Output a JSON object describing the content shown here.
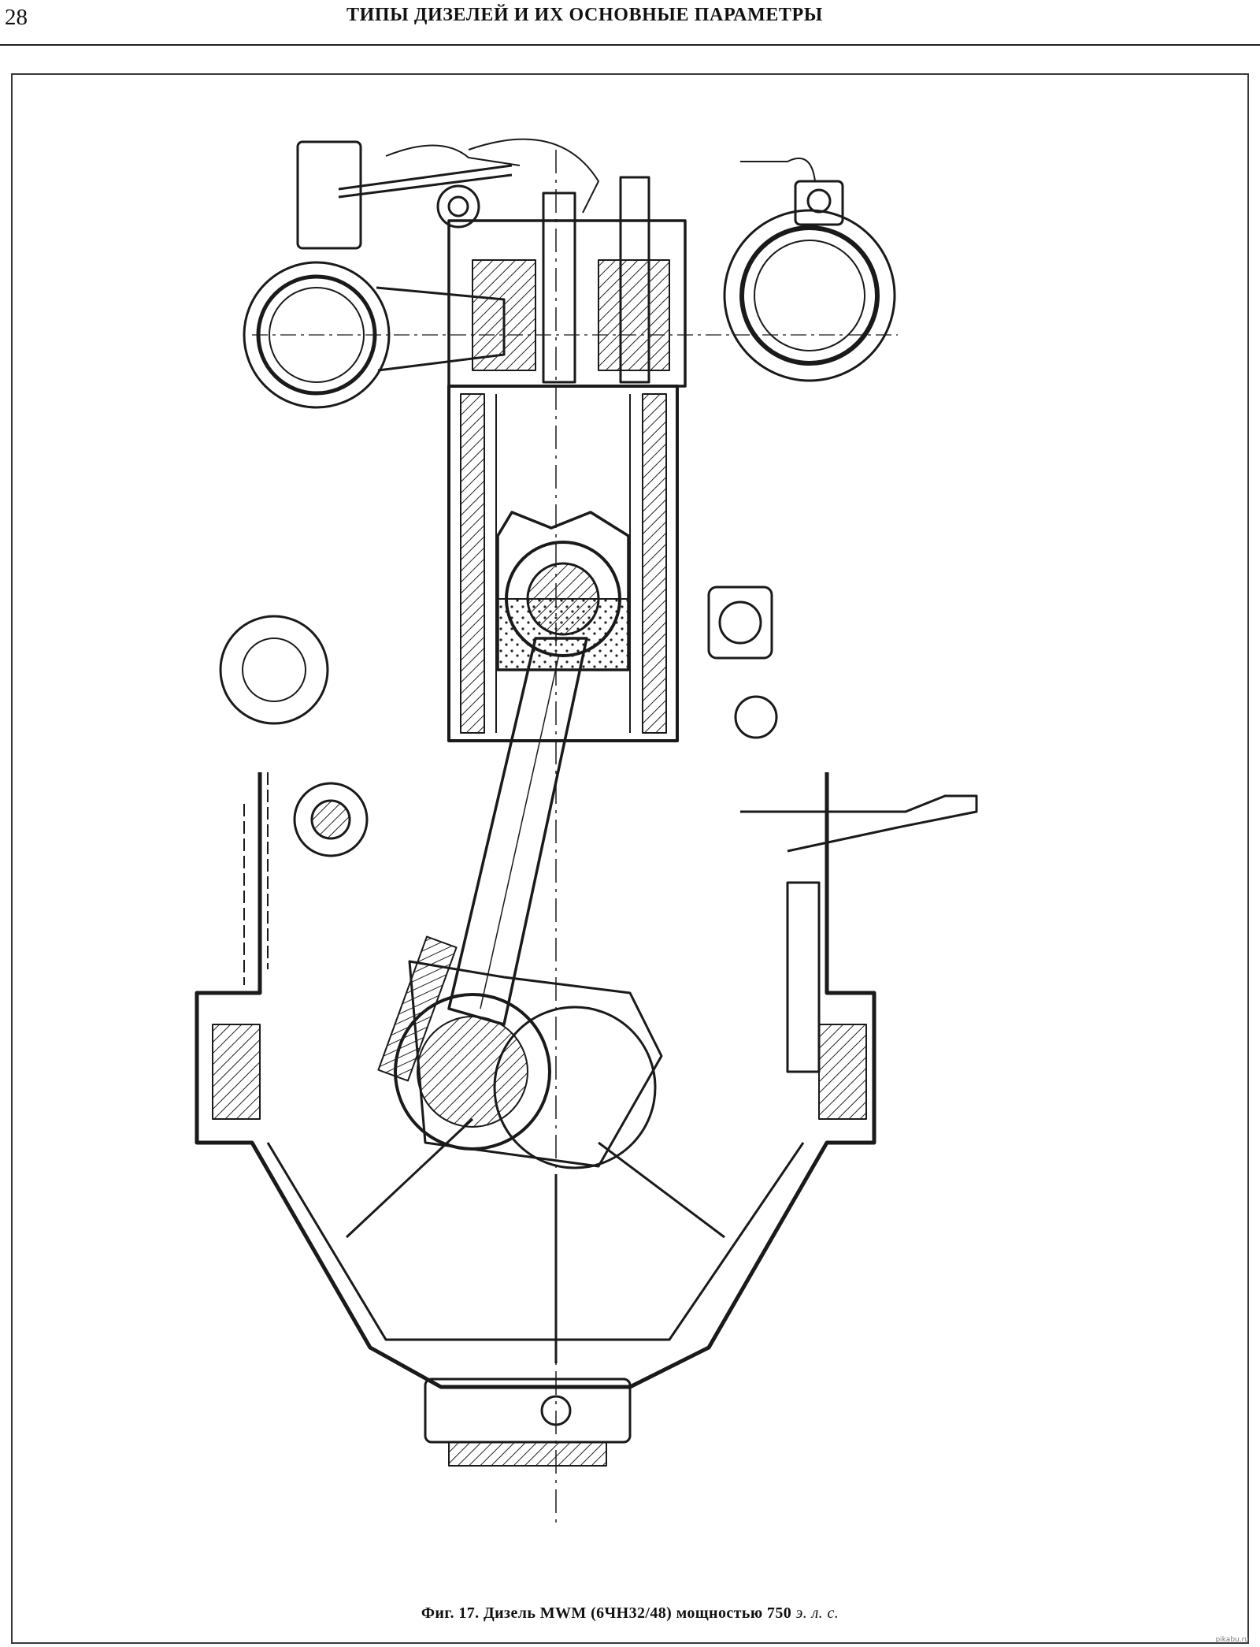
{
  "header": {
    "page_number": "28",
    "running_title": "ТИПЫ ДИЗЕЛЕЙ И ИХ ОСНОВНЫЕ ПАРАМЕТРЫ"
  },
  "figure": {
    "caption_main": "Фиг. 17. Дизель MWM (6ЧН32/48) мощностью 750",
    "caption_unit": "э. л. с."
  },
  "watermark": "pikabu.ru"
}
